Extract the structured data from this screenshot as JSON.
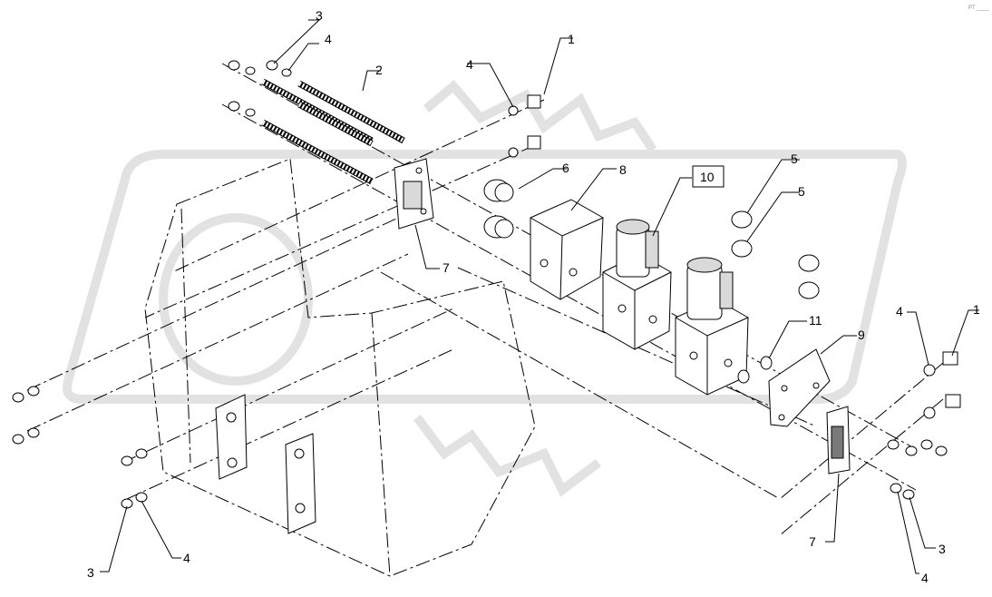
{
  "diagram": {
    "corner_mark": "PT ____",
    "callouts": [
      {
        "id": "c3-top",
        "text": "3"
      },
      {
        "id": "c4-top",
        "text": "4"
      },
      {
        "id": "c2",
        "text": "2"
      },
      {
        "id": "c4-mid",
        "text": "4"
      },
      {
        "id": "c1-top",
        "text": "1"
      },
      {
        "id": "c6",
        "text": "6"
      },
      {
        "id": "c8",
        "text": "8"
      },
      {
        "id": "c10",
        "text": "10"
      },
      {
        "id": "c5-a",
        "text": "5"
      },
      {
        "id": "c5-b",
        "text": "5"
      },
      {
        "id": "c7-mid",
        "text": "7"
      },
      {
        "id": "c11",
        "text": "11"
      },
      {
        "id": "c9",
        "text": "9"
      },
      {
        "id": "c4-right",
        "text": "4"
      },
      {
        "id": "c1-right",
        "text": "1"
      },
      {
        "id": "c7-bottom",
        "text": "7"
      },
      {
        "id": "c3-right",
        "text": "3"
      },
      {
        "id": "c4-bottom-right",
        "text": "4"
      },
      {
        "id": "c3-bottom-left",
        "text": "3"
      },
      {
        "id": "c4-bottom-left",
        "text": "4"
      }
    ]
  }
}
